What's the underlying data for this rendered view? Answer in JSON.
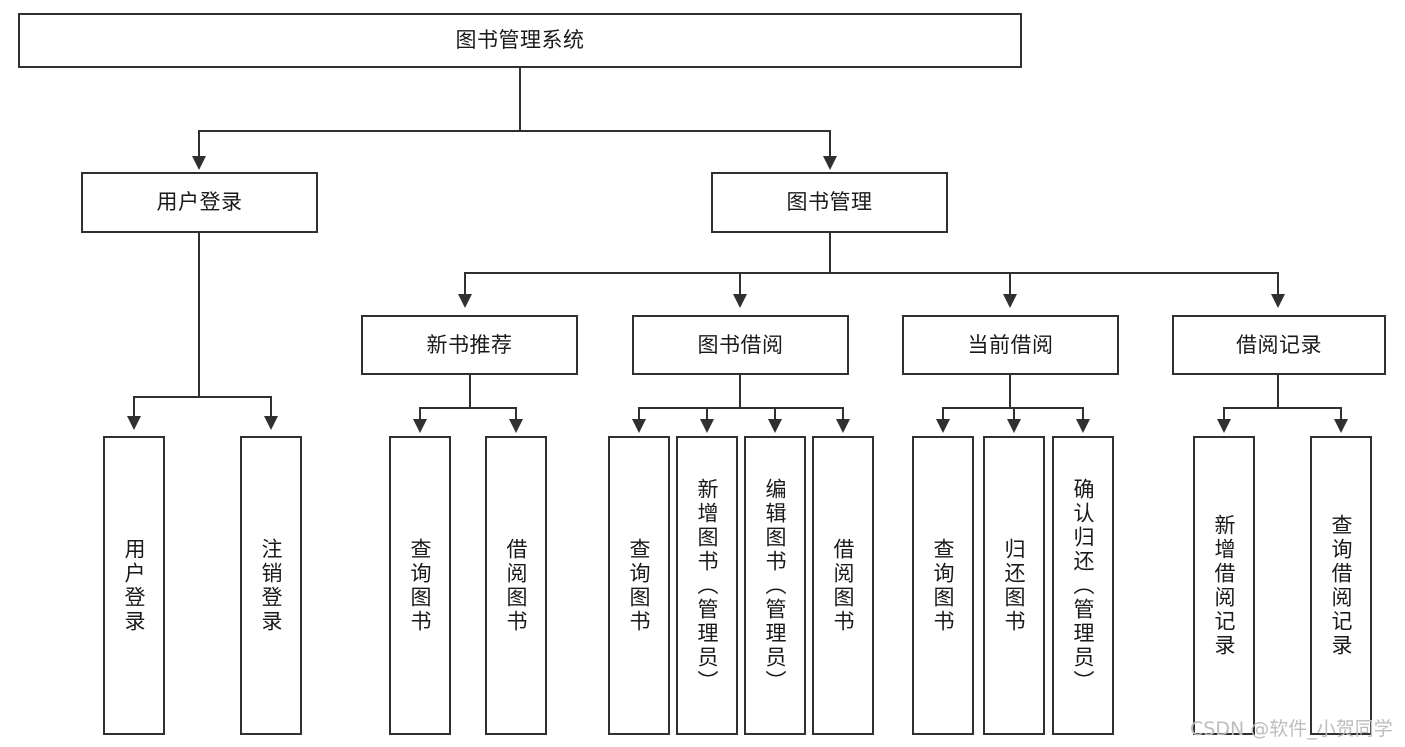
{
  "diagram": {
    "title": "图书管理系统",
    "type": "hierarchy-tree",
    "root": {
      "label": "图书管理系统"
    },
    "level2": [
      {
        "label": "用户登录"
      },
      {
        "label": "图书管理"
      }
    ],
    "level3": [
      {
        "label": "新书推荐"
      },
      {
        "label": "图书借阅"
      },
      {
        "label": "当前借阅"
      },
      {
        "label": "借阅记录"
      }
    ],
    "leaves": {
      "user_login": [
        {
          "label": "用户登录"
        },
        {
          "label": "注销登录"
        }
      ],
      "new_book_recommend": [
        {
          "label": "查询图书"
        },
        {
          "label": "借阅图书"
        }
      ],
      "book_borrow": [
        {
          "label": "查询图书"
        },
        {
          "label": "新增图书（管理员）"
        },
        {
          "label": "编辑图书（管理员）"
        },
        {
          "label": "借阅图书"
        }
      ],
      "current_borrow": [
        {
          "label": "查询图书"
        },
        {
          "label": "归还图书"
        },
        {
          "label": "确认归还（管理员）"
        }
      ],
      "borrow_record": [
        {
          "label": "新增借阅记录"
        },
        {
          "label": "查询借阅记录"
        }
      ]
    }
  },
  "watermark": {
    "text": "CSDN @软件_小贺同学"
  },
  "colors": {
    "stroke": "#303030",
    "background": "#ffffff",
    "text": "#1a1a1a",
    "watermark": "#bdbdbd"
  }
}
